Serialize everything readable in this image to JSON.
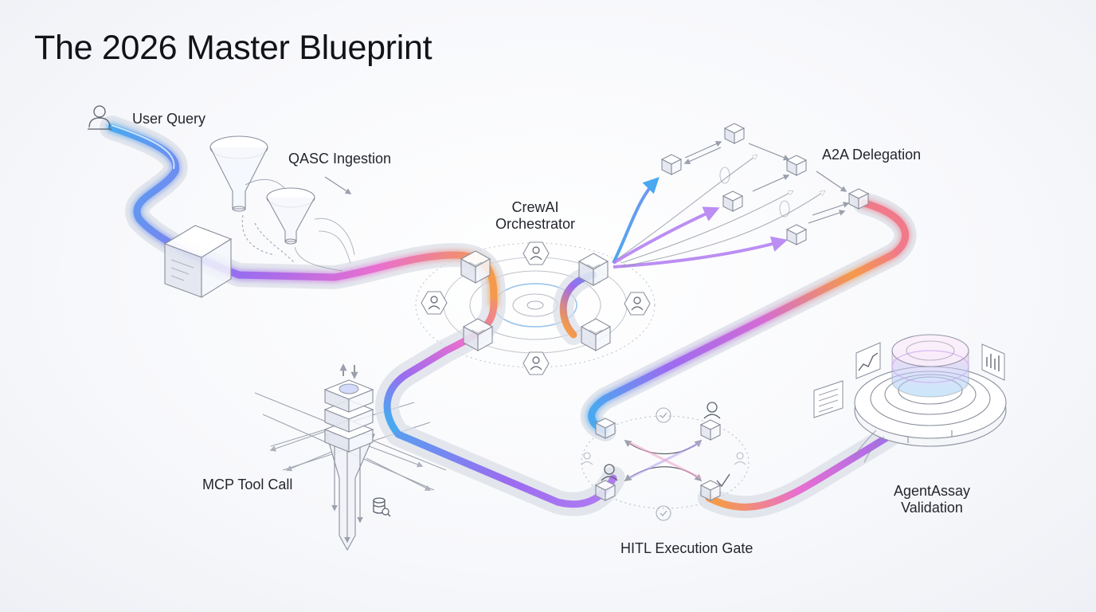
{
  "title": "The 2026 Master Blueprint",
  "labels": {
    "user_query": "User Query",
    "qasc_ingestion": "QASC Ingestion",
    "orchestrator_line1": "CrewAI",
    "orchestrator_line2": "Orchestrator",
    "a2a_delegation": "A2A Delegation",
    "mcp_tool_call": "MCP Tool Call",
    "hitl_gate": "HITL Execution Gate",
    "agentassay_line1": "AgentAssay",
    "agentassay_line2": "Validation"
  },
  "colors": {
    "pipe_blue": "#4aa8f0",
    "pipe_violet": "#9b6cf0",
    "pipe_pink": "#e86fd0",
    "pipe_orange": "#f59a4c",
    "title": "#111318"
  },
  "icons": [
    "user-icon",
    "funnel-icon",
    "agent-cube-icon",
    "person-hexagon-icon",
    "check-circle-icon",
    "database-icon",
    "chart-icon",
    "document-icon",
    "up-down-arrows-icon"
  ]
}
